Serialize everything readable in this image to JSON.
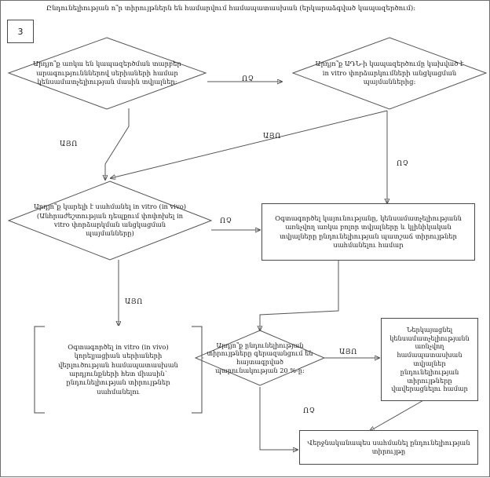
{
  "page": {
    "number": "3",
    "header": "Ընդունելիության ո՞ր տիրույթներն են համարվում համապատասխան (երկարաձգված կապազերծում):"
  },
  "labels": {
    "yes": "ԱՅՈ",
    "no": "ՈՉ"
  },
  "nodes": {
    "d1": "Արդյո՞ք առկա են կապազերծման տարբեր արագությունններով սերիաների համար կենսամատչելիության մասին տվյալներ:",
    "d2": "Արդյո՞ք ԱԴՆ-ի կապազերծումը կախված է in vitro փորձարկումների անցկացման պայմաններից:",
    "d3": "Արդյո՞ք կարելի է սահմանել in vitro (in vivo) (Անհրաժեշտության դեպքում փոփոխել in vitro փորձարկման անցկացման պայմանները)",
    "p1": "Օգտագործել կայունությանը, կենսամատչելիությանն առնչվող առկա բոլոր տվյալները և կլինիկական տվյալները ընդունելիության պատշաճ տիրույթներ սահմանելու համար",
    "p2": "Օգտագործել in vitro (in vivo) կորելյացիան սերիաների վերլուծության համապատասխան արդյունքների հետ միասին՝ ընդունելիության տիրույթներ սահմանելու",
    "d4": "Արդյո՞ք ընդունելիության տիրույթները գերազանցում են հայտագրված պարունակության 20 %-ը:",
    "p3": "Ներկայացնել կենսամատչելիությանն առնչվող համապատասխան տվյալներ ընդունելիության տիրույթները վավերացնելու համար",
    "p4": "Վերջնականապես սահմանել ընդունելիության տիրույթը"
  },
  "edge_labels": {
    "e1_no": "ՈՉ",
    "e2_yes_left": "ԱՅՈ",
    "e2_yes_mid": "ԱՅՈ",
    "e2_no_right": "ՈՉ",
    "e3_no": "ՈՉ",
    "e3_yes": "ԱՅՈ",
    "e4_yes": "ԱՅՈ",
    "e4_no": "ՈՉ"
  },
  "colors": {
    "stroke": "#555555",
    "border": "#4a4a4a",
    "text": "#1a1a1a",
    "background": "#ffffff"
  }
}
